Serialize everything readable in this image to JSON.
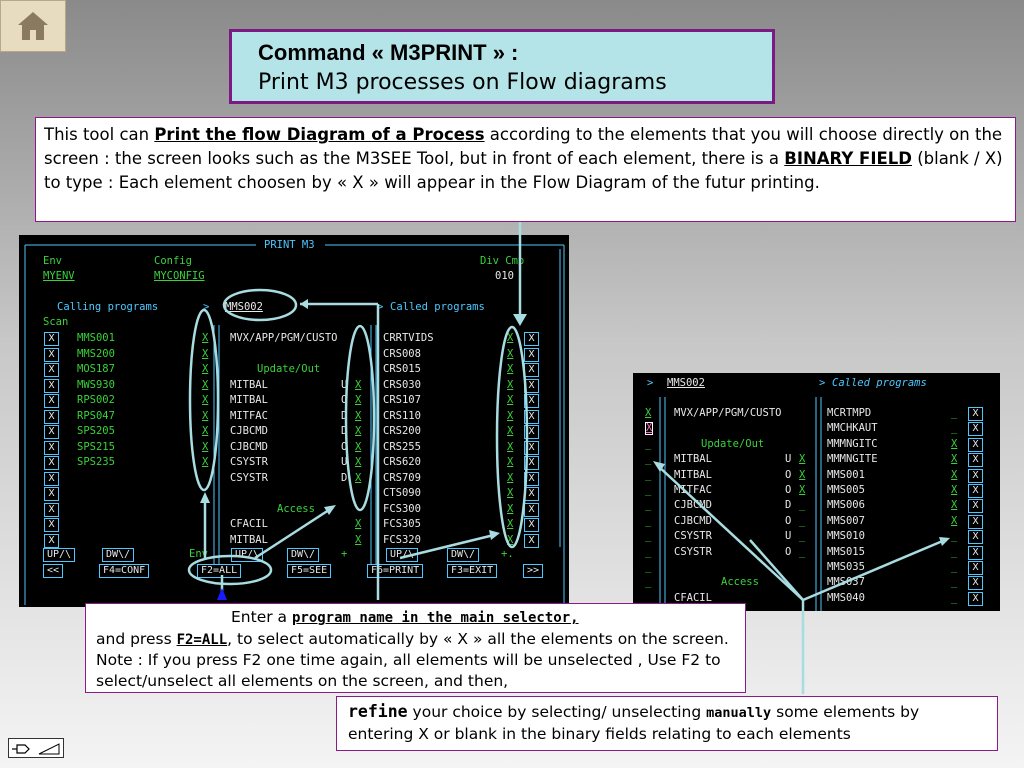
{
  "home": {
    "icon": "home-icon"
  },
  "title": {
    "line1": "Command « M3PRINT » :",
    "line2": "Print M3 processes on Flow diagrams"
  },
  "description": {
    "t1": "This tool can ",
    "b1": "Print the flow Diagram of a Process",
    "t2": " according to the elements that you will choose directly on the screen : the screen looks such as the M3SEE Tool, but in front of each element, there is a ",
    "b2": "BINARY FIELD",
    "t3": " (blank / X) to type :  Each element choosen by « X » will appear in the Flow Diagram of the futur printing."
  },
  "main_screen": {
    "header": "PRINT M3",
    "env_label": "Env",
    "env_value": "MYENV",
    "config_label": "Config",
    "config_value": "MYCONFIG",
    "div_label": "Div Cmp",
    "div_value": "010",
    "calling_label": "Calling programs",
    "program_value": "MMS002",
    "called_label": "Called programs",
    "scan_label": "Scan",
    "calling": [
      "MMS001",
      "MMS200",
      "MOS187",
      "MWS930",
      "RPS002",
      "RPS047",
      "SPS205",
      "SPS215",
      "SPS235"
    ],
    "middle_top": "MVX/APP/PGM/CUSTO",
    "update_label": "Update/Out",
    "update_items": [
      {
        "name": "MITBAL",
        "code": "U"
      },
      {
        "name": "MITBAL",
        "code": "O"
      },
      {
        "name": "MITFAC",
        "code": "D"
      },
      {
        "name": "CJBCMD",
        "code": "D"
      },
      {
        "name": "CJBCMD",
        "code": "O"
      },
      {
        "name": "CSYSTR",
        "code": "U"
      },
      {
        "name": "CSYSTR",
        "code": "D"
      }
    ],
    "access_label": "Access",
    "access_items": [
      "CFACIL",
      "MITBAL"
    ],
    "called": [
      "CRRTVIDS",
      "CRS008",
      "CRS015",
      "CRS030",
      "CRS107",
      "CRS110",
      "CRS200",
      "CRS255",
      "CRS620",
      "CRS709",
      "CTS090",
      "FCS300",
      "FCS305",
      "FCS320"
    ],
    "x": "X",
    "keys": {
      "up1": "UP/\\",
      "dw1": "DW\\/",
      "env": "Env",
      "up2": "UP/\\",
      "dw2": "DW\\/",
      "plus": "+",
      "up3": "UP/\\",
      "dw3": "DW\\/",
      "more": "+.",
      "prev": "<<",
      "f4": "F4=CONF",
      "f2": "F2=ALL",
      "f5": "F5=SEE",
      "f6": "F6=PRINT",
      "f3": "F3=EXIT",
      "next": ">>"
    }
  },
  "right_screen": {
    "program_value": "MMS002",
    "called_label": "Called programs",
    "middle_top": "MVX/APP/PGM/CUSTO",
    "update_label": "Update/Out",
    "update_items": [
      {
        "name": "MITBAL",
        "code": "U",
        "x": "X"
      },
      {
        "name": "MITBAL",
        "code": "O",
        "x": "X"
      },
      {
        "name": "MITFAC",
        "code": "O",
        "x": "X"
      },
      {
        "name": "CJBCMD",
        "code": "D",
        "x": ""
      },
      {
        "name": "CJBCMD",
        "code": "O",
        "x": ""
      },
      {
        "name": "CSYSTR",
        "code": "U",
        "x": ""
      },
      {
        "name": "CSYSTR",
        "code": "O",
        "x": ""
      }
    ],
    "access_label": "Access",
    "access_items": [
      "CFACIL"
    ],
    "called": [
      {
        "name": "MCRTMPD",
        "x": ""
      },
      {
        "name": "MMCHKAUT",
        "x": ""
      },
      {
        "name": "MMMNGITC",
        "x": "X"
      },
      {
        "name": "MMMNGITE",
        "x": "X"
      },
      {
        "name": "MMS001",
        "x": "X"
      },
      {
        "name": "MMS005",
        "x": "X"
      },
      {
        "name": "MMS006",
        "x": "X"
      },
      {
        "name": "MMS007",
        "x": "X"
      },
      {
        "name": "MMS010",
        "x": ""
      },
      {
        "name": "MMS015",
        "x": ""
      },
      {
        "name": "MMS035",
        "x": ""
      },
      {
        "name": "MMS037",
        "x": ""
      },
      {
        "name": "MMS040",
        "x": ""
      }
    ],
    "x": "X"
  },
  "note1": {
    "t1": "Enter a ",
    "b1": "program name in the main selector,",
    "t2": "and press ",
    "b2": "F2=ALL",
    "t3": ", to select automatically by « X » all the elements on the screen.  Note : If you press F2 one time again, all elements will be unselected , Use F2  to select/unselect all elements on the screen, and then,"
  },
  "note2": {
    "b1": "refine",
    "t1": " your choice by selecting/ unselecting ",
    "b2": "manually",
    "t2": " some elements by entering X or blank in the binary fields relating to each elements"
  },
  "colors": {
    "term_green": "#3ad23a",
    "term_cyan": "#4cc8ff",
    "annotation_line": "#a8dce0",
    "box_border": "#8a1a8a"
  }
}
